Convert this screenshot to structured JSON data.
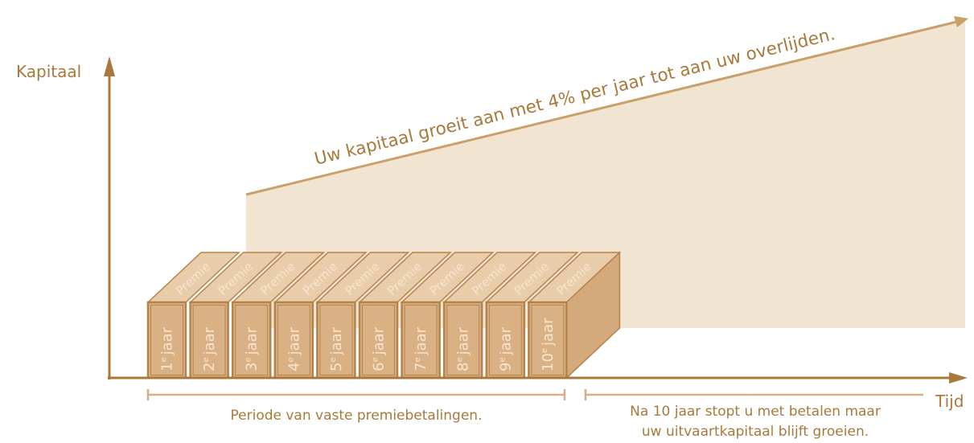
{
  "y_axis_label": "Kapitaal",
  "x_axis_label": "Tijd",
  "growth_text": "Uw kapitaal groeit aan met 4% per jaar tot aan uw overlijden.",
  "period_paying": "Periode van vaste premiebetalingen.",
  "period_after_line1": "Na 10 jaar stopt u met betalen maar",
  "period_after_line2": "uw uitvaartkapitaal blijft groeien.",
  "premium_label": "Premie",
  "years": [
    {
      "num": "1",
      "sup": "e",
      "word": "jaar"
    },
    {
      "num": "2",
      "sup": "e",
      "word": "jaar"
    },
    {
      "num": "3",
      "sup": "e",
      "word": "jaar"
    },
    {
      "num": "4",
      "sup": "e",
      "word": "jaar"
    },
    {
      "num": "5",
      "sup": "e",
      "word": "jaar"
    },
    {
      "num": "6",
      "sup": "e",
      "word": "jaar"
    },
    {
      "num": "7",
      "sup": "e",
      "word": "jaar"
    },
    {
      "num": "8",
      "sup": "e",
      "word": "jaar"
    },
    {
      "num": "9",
      "sup": "e",
      "word": "jaar"
    },
    {
      "num": "10",
      "sup": "e",
      "word": "jaar"
    }
  ],
  "colors": {
    "axis": "#a9793b",
    "growth_fill": "#f1e4d1",
    "growth_line": "#c9a06a",
    "box_front": "#d9b184",
    "box_top": "#e9ccaa",
    "box_side": "#d4aa7c",
    "box_stroke": "#b5834a",
    "bracket": "#d2b088"
  }
}
